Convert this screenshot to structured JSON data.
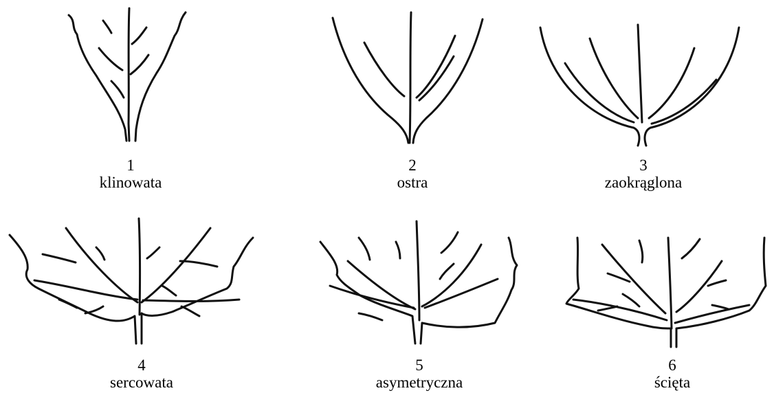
{
  "figures": [
    {
      "number": "1",
      "label": "klinowata"
    },
    {
      "number": "2",
      "label": "ostra"
    },
    {
      "number": "3",
      "label": "zaokrąglona"
    },
    {
      "number": "4",
      "label": "sercowata"
    },
    {
      "number": "5",
      "label": "asymetryczna"
    },
    {
      "number": "6",
      "label": "ścięta"
    }
  ]
}
